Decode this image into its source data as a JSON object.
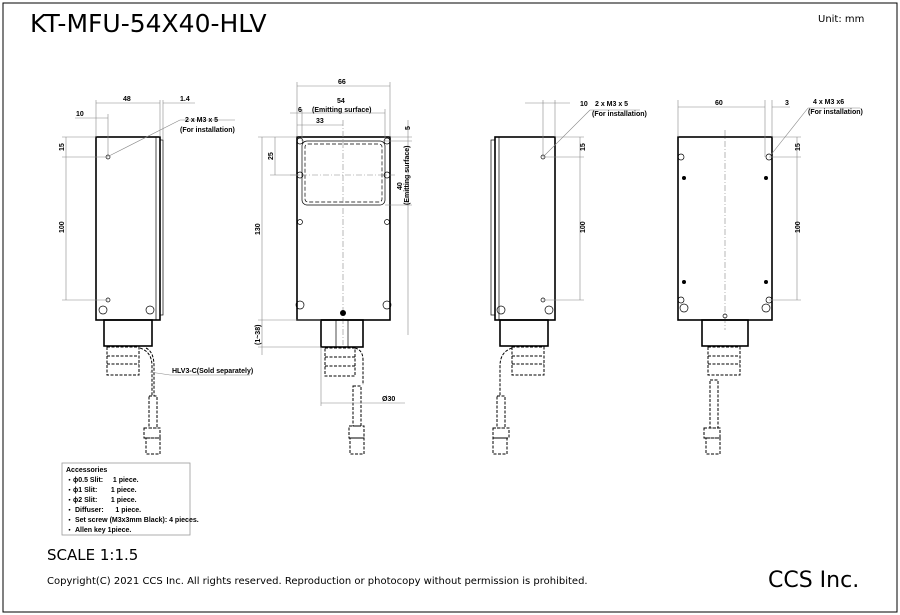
{
  "title": "KT-MFU-54X40-HLV",
  "unit": "Unit: mm",
  "scale": "SCALE 1:1.5",
  "copyright": "Copyright(C) 2021 CCS Inc. All rights reserved. Reproduction or photocopy without permission is prohibited.",
  "company": "CCS Inc.",
  "views": {
    "side_left": {
      "dim_width": "48",
      "dim_offset": "1.4",
      "dim_hole_x": "10",
      "dim_top": "15",
      "dim_pitch": "100",
      "hole_note": "2 x M3 x 5",
      "hole_note_sub": "(For installation)",
      "cable_note": "HLV3-C(Sold separately)"
    },
    "front": {
      "dim_width": "66",
      "dim_emit_width": "54",
      "dim_emit_width_sub": "(Emitting surface)",
      "dim_margin": "6",
      "dim_center": "33",
      "dim_top_margin": "5",
      "dim_emit_height": "40",
      "dim_emit_height_sub": "(Emitting surface)",
      "dim_hole_y": "25",
      "dim_height": "130",
      "dim_connector": "(1~38)",
      "dim_diameter": "Ø30"
    },
    "side_right": {
      "dim_hole_x": "10",
      "hole_note": "2 x M3 x 5",
      "hole_note_sub": "(For installation)",
      "dim_top": "15",
      "dim_pitch": "100"
    },
    "back": {
      "dim_width": "60",
      "dim_offset": "3",
      "hole_note": "4 x M3 x6",
      "hole_note_sub": "(For installation)",
      "dim_top": "15",
      "dim_pitch": "100"
    }
  },
  "accessories": {
    "title": "Accessories",
    "items": [
      "・ϕ0.5 Slit:     1 piece.",
      "・ϕ1 Slit:       1 piece.",
      "・ϕ2 Slit:       1 piece.",
      "・ Diffuser:      1 piece.",
      "・ Set screw (M3x3mm Black): 4 pieces.",
      "・ Allen key 1piece."
    ]
  }
}
